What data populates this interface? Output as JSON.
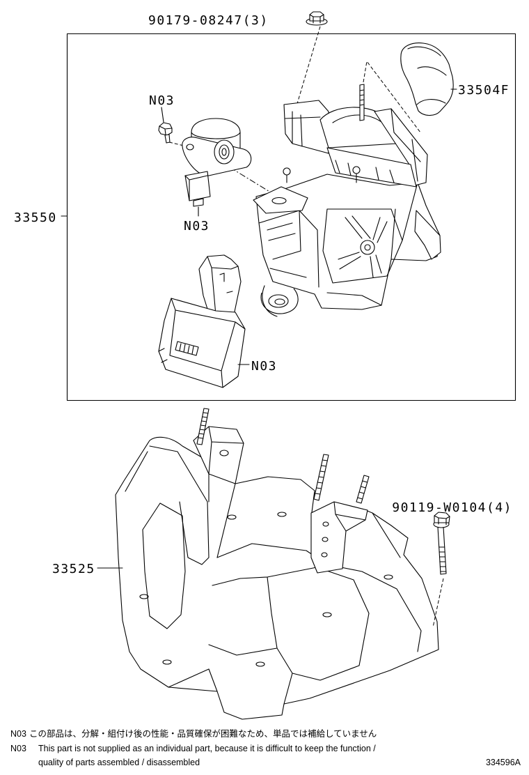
{
  "callouts": {
    "bolt_top": "90179-08247(3)",
    "shift_knob": "33504F",
    "sensor_screw": "N03",
    "position_sensor": "N03",
    "shift_lever_assembly": "33550",
    "shift_lock_module": "N03",
    "bracket": "33525",
    "bolt_bracket": "90119-W0104(4)"
  },
  "notes": [
    {
      "code": "N03",
      "lines": [
        "この部品は、分解・組付け後の性能・品質確保が困難なため、単品では補給していません"
      ]
    },
    {
      "code": "N03",
      "lines": [
        "This part is not supplied as an individual part, because it is difficult to keep the function /",
        "quality of parts assembled / disassembled"
      ]
    }
  ],
  "figure_id": "334596A"
}
